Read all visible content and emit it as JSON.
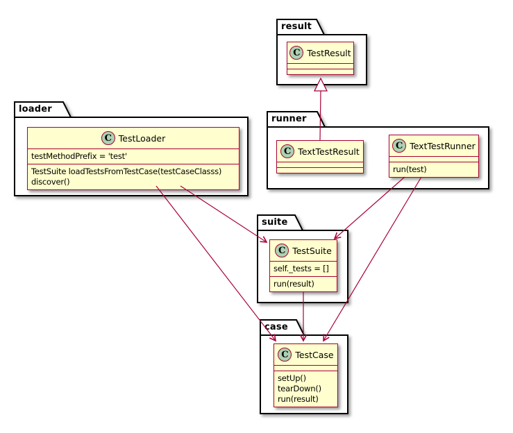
{
  "diagram": {
    "tool_style": "plantuml-class-diagram",
    "colors": {
      "class_fill": "#FEFECE",
      "class_border": "#A80036",
      "edge": "#A80036",
      "package_border": "#000000",
      "package_fill": "#FFFFFF",
      "stereotype_circle_fill": "#ADD1B2",
      "background": "#FFFFFF"
    },
    "packages": [
      {
        "label": "result"
      },
      {
        "label": "loader"
      },
      {
        "label": "runner"
      },
      {
        "label": "suite"
      },
      {
        "label": "case"
      }
    ],
    "classes": {
      "test_result": {
        "stereotype": "C",
        "name": "TestResult",
        "attributes": [],
        "methods": []
      },
      "test_loader": {
        "stereotype": "C",
        "name": "TestLoader",
        "attributes": [
          "testMethodPrefix = 'test'"
        ],
        "methods": [
          "TestSuite loadTestsFromTestCase(testCaseClasss)",
          "discover()"
        ]
      },
      "text_test_result": {
        "stereotype": "C",
        "name": "TextTestResult",
        "attributes": [],
        "methods": []
      },
      "text_test_runner": {
        "stereotype": "C",
        "name": "TextTestRunner",
        "attributes": [],
        "methods": [
          "run(test)"
        ]
      },
      "test_suite": {
        "stereotype": "C",
        "name": "TestSuite",
        "attributes": [
          "self._tests = []"
        ],
        "methods": [
          "run(result)"
        ]
      },
      "test_case": {
        "stereotype": "C",
        "name": "TestCase",
        "attributes": [],
        "methods": [
          "setUp()",
          "tearDown()",
          "run(result)"
        ]
      }
    },
    "edges": [
      {
        "from": "TextTestResult",
        "to": "TestResult",
        "type": "inheritance"
      },
      {
        "from": "TestLoader",
        "to": "TestSuite",
        "type": "directed-association"
      },
      {
        "from": "TestLoader",
        "to": "TestCase",
        "type": "directed-association"
      },
      {
        "from": "TextTestRunner",
        "to": "TestSuite",
        "type": "directed-association"
      },
      {
        "from": "TextTestRunner",
        "to": "TestCase",
        "type": "directed-association"
      },
      {
        "from": "TestSuite",
        "to": "TestCase",
        "type": "directed-association"
      }
    ]
  }
}
